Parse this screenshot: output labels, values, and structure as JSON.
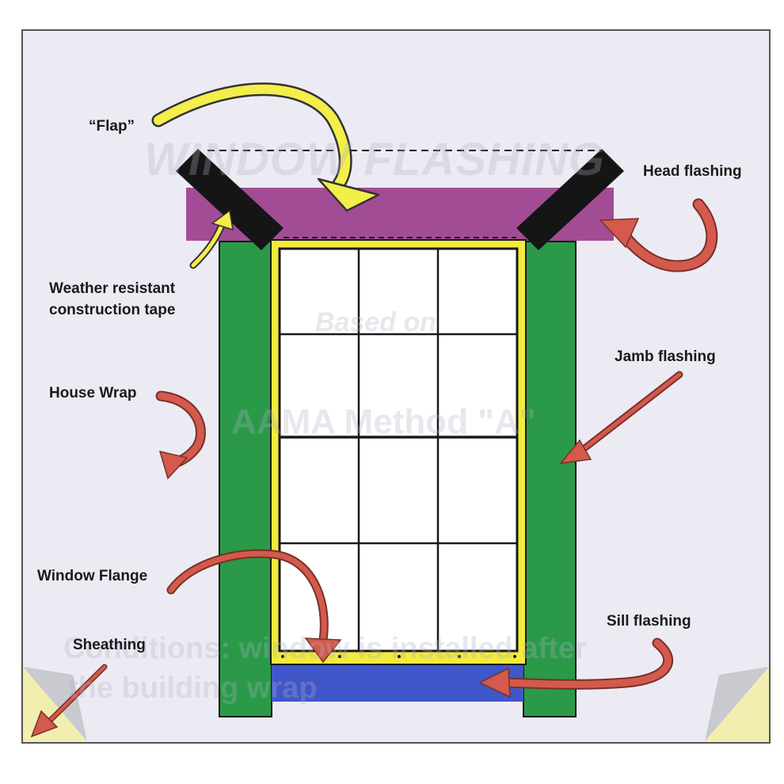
{
  "labels": {
    "flap": "“Flap”",
    "head_flashing": "Head flashing",
    "weather_tape_line1": "Weather resistant",
    "weather_tape_line2": "construction tape",
    "house_wrap": "House Wrap",
    "jamb_flashing": "Jamb flashing",
    "window_flange": "Window Flange",
    "sill_flashing": "Sill flashing",
    "sheathing": "Sheathing"
  },
  "ghost_text": {
    "title": "WINDOW FLASHING",
    "based_on": "Based on",
    "method": "AAMA Method \"A\"",
    "note_line1": "Conditions: window is installed after",
    "note_line2": "the building wrap"
  },
  "colors": {
    "background": "#ecebf4",
    "jamb_flashing": "#2a9a48",
    "head_flashing": "#a34c96",
    "sill_flashing": "#3f57c8",
    "window_flange": "#f2ea3c",
    "flap_tape": "#151515",
    "flap_arrow": "#f3ee4a",
    "pointer_arrow": "#d35a4c",
    "sheathing_corner": "#f2eeb0"
  }
}
